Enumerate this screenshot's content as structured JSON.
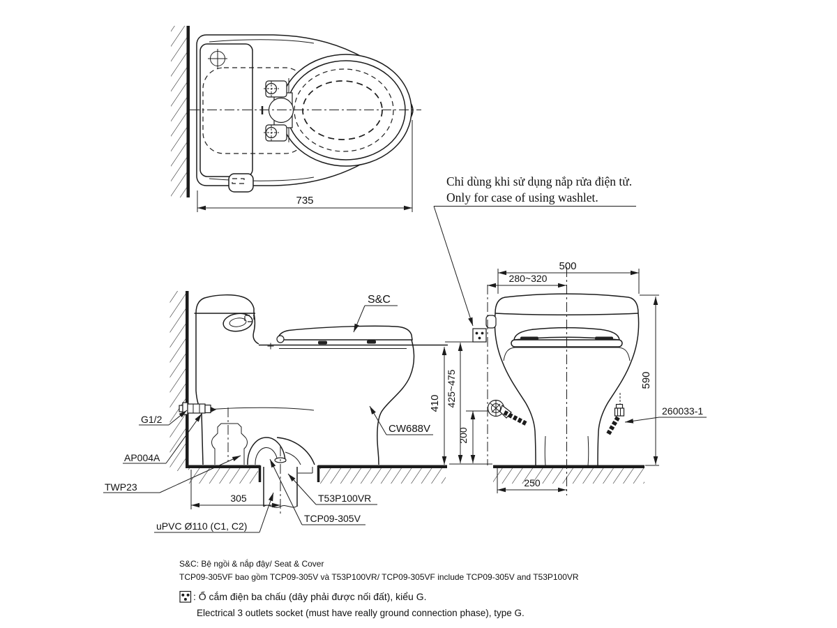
{
  "note": {
    "vi": "Chỉ dùng khi sử dụng nắp rửa điện tử.",
    "en": "Only for case of using washlet."
  },
  "dims": {
    "top_width": "735",
    "front_width": "500",
    "socket_offset": "280~320",
    "total_height": "590",
    "seat_height": "425~475",
    "valve_height": "200",
    "base_width": "250",
    "rough_in": "305",
    "bowl_height": "410"
  },
  "labels": {
    "seat_cover": "S&C",
    "bowl_model": "CW688V",
    "supply": "G1/2",
    "stop_valve": "AP004A",
    "trap": "TWP23",
    "drain_pipe": "uPVC Ø110 (C1, C2)",
    "flange": "T53P100VR",
    "connector": "TCP09-305V",
    "hose": "260033-1"
  },
  "footer": {
    "line1": "S&C: Bệ ngồi & nắp đậy/ Seat & Cover",
    "line2": "TCP09-305VF bao gồm TCP09-305V và T53P100VR/ TCP09-305VF include TCP09-305V and T53P100VR",
    "line3": ": Ổ cắm điện ba chấu (dây phải được nối đất), kiểu G.",
    "line4": "Electrical 3 outlets socket (must have really ground connection phase), type G."
  },
  "colors": {
    "line": "#1c1c1c",
    "background": "#ffffff"
  }
}
